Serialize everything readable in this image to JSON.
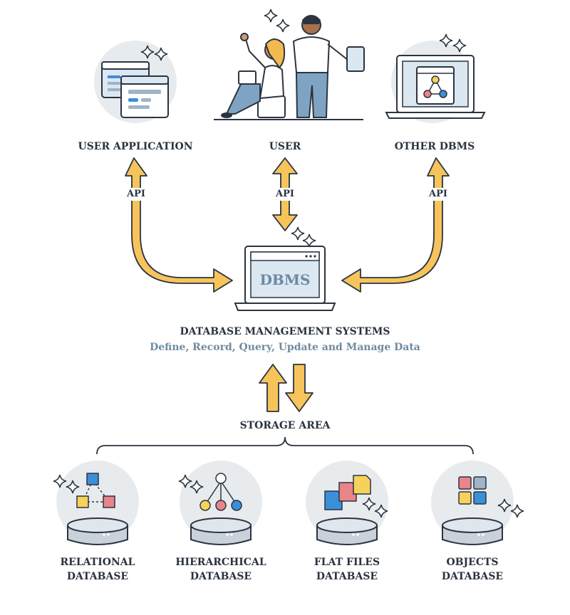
{
  "top": {
    "user_application": "USER APPLICATION",
    "user": "USER",
    "other_dbms": "OTHER DBMS"
  },
  "api_labels": [
    "API",
    "API",
    "API"
  ],
  "center": {
    "screen_text": "DBMS",
    "title": "DATABASE MANAGEMENT SYSTEMS",
    "subtitle": "Define, Record, Query, Update and Manage Data"
  },
  "storage": {
    "title": "STORAGE AREA",
    "databases": [
      {
        "line1": "RELATIONAL",
        "line2": "DATABASE",
        "icon": "relational-cubes-icon"
      },
      {
        "line1": "HIERARCHICAL",
        "line2": "DATABASE",
        "icon": "hierarchy-tree-icon"
      },
      {
        "line1": "FLAT FILES",
        "line2": "DATABASE",
        "icon": "flat-files-icon"
      },
      {
        "line1": "OBJECTS",
        "line2": "DATABASE",
        "icon": "object-tiles-icon"
      }
    ]
  },
  "colors": {
    "arrow": "#f6c45a",
    "outline": "#2b3440",
    "circle": "#e8ebee",
    "screen": "#dbe7f1",
    "accent_blue": "#3b8fd8",
    "accent_red": "#e9848a",
    "accent_yellow": "#f7d25a"
  }
}
